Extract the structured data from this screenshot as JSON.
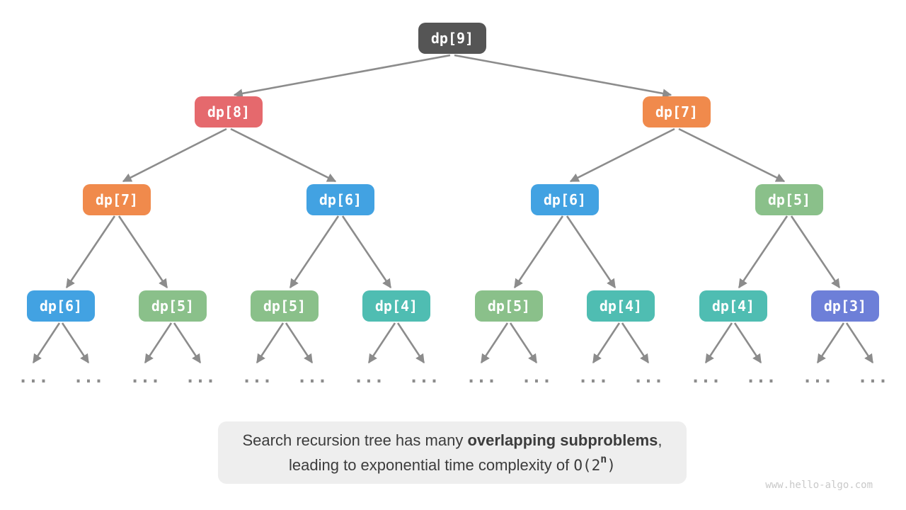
{
  "diagram": {
    "title_hint": "recursion tree of dp search",
    "ellipsis": "..."
  },
  "colors": {
    "dark": "#555555",
    "red": "#E5696D",
    "orange": "#F08A4C",
    "blue": "#42A2E2",
    "green": "#8AC08A",
    "teal": "#4FBDB2",
    "indigo": "#6D7FD8",
    "arrow": "#8C8C8C",
    "caption_bg": "#EEEEEE",
    "caption_text": "#3C3C3C",
    "watermark": "#C9C9C9"
  },
  "nodes": [
    {
      "label": "dp[9]",
      "color": "#555555"
    },
    {
      "label": "dp[8]",
      "color": "#E5696D"
    },
    {
      "label": "dp[7]",
      "color": "#F08A4C"
    },
    {
      "label": "dp[7]",
      "color": "#F08A4C"
    },
    {
      "label": "dp[6]",
      "color": "#42A2E2"
    },
    {
      "label": "dp[6]",
      "color": "#42A2E2"
    },
    {
      "label": "dp[5]",
      "color": "#8AC08A"
    },
    {
      "label": "dp[6]",
      "color": "#42A2E2"
    },
    {
      "label": "dp[5]",
      "color": "#8AC08A"
    },
    {
      "label": "dp[5]",
      "color": "#8AC08A"
    },
    {
      "label": "dp[4]",
      "color": "#4FBDB2"
    },
    {
      "label": "dp[5]",
      "color": "#8AC08A"
    },
    {
      "label": "dp[4]",
      "color": "#4FBDB2"
    },
    {
      "label": "dp[4]",
      "color": "#4FBDB2"
    },
    {
      "label": "dp[3]",
      "color": "#6D7FD8"
    }
  ],
  "caption": {
    "line1_text": "Search recursion tree has many ",
    "line1_bold": "overlapping subproblems",
    "line1_suffix": ",",
    "line2_text": "leading to exponential time complexity of ",
    "formula_open": "O(2",
    "formula_exponent": "n",
    "formula_close": ")"
  },
  "watermark": "www.hello-algo.com"
}
